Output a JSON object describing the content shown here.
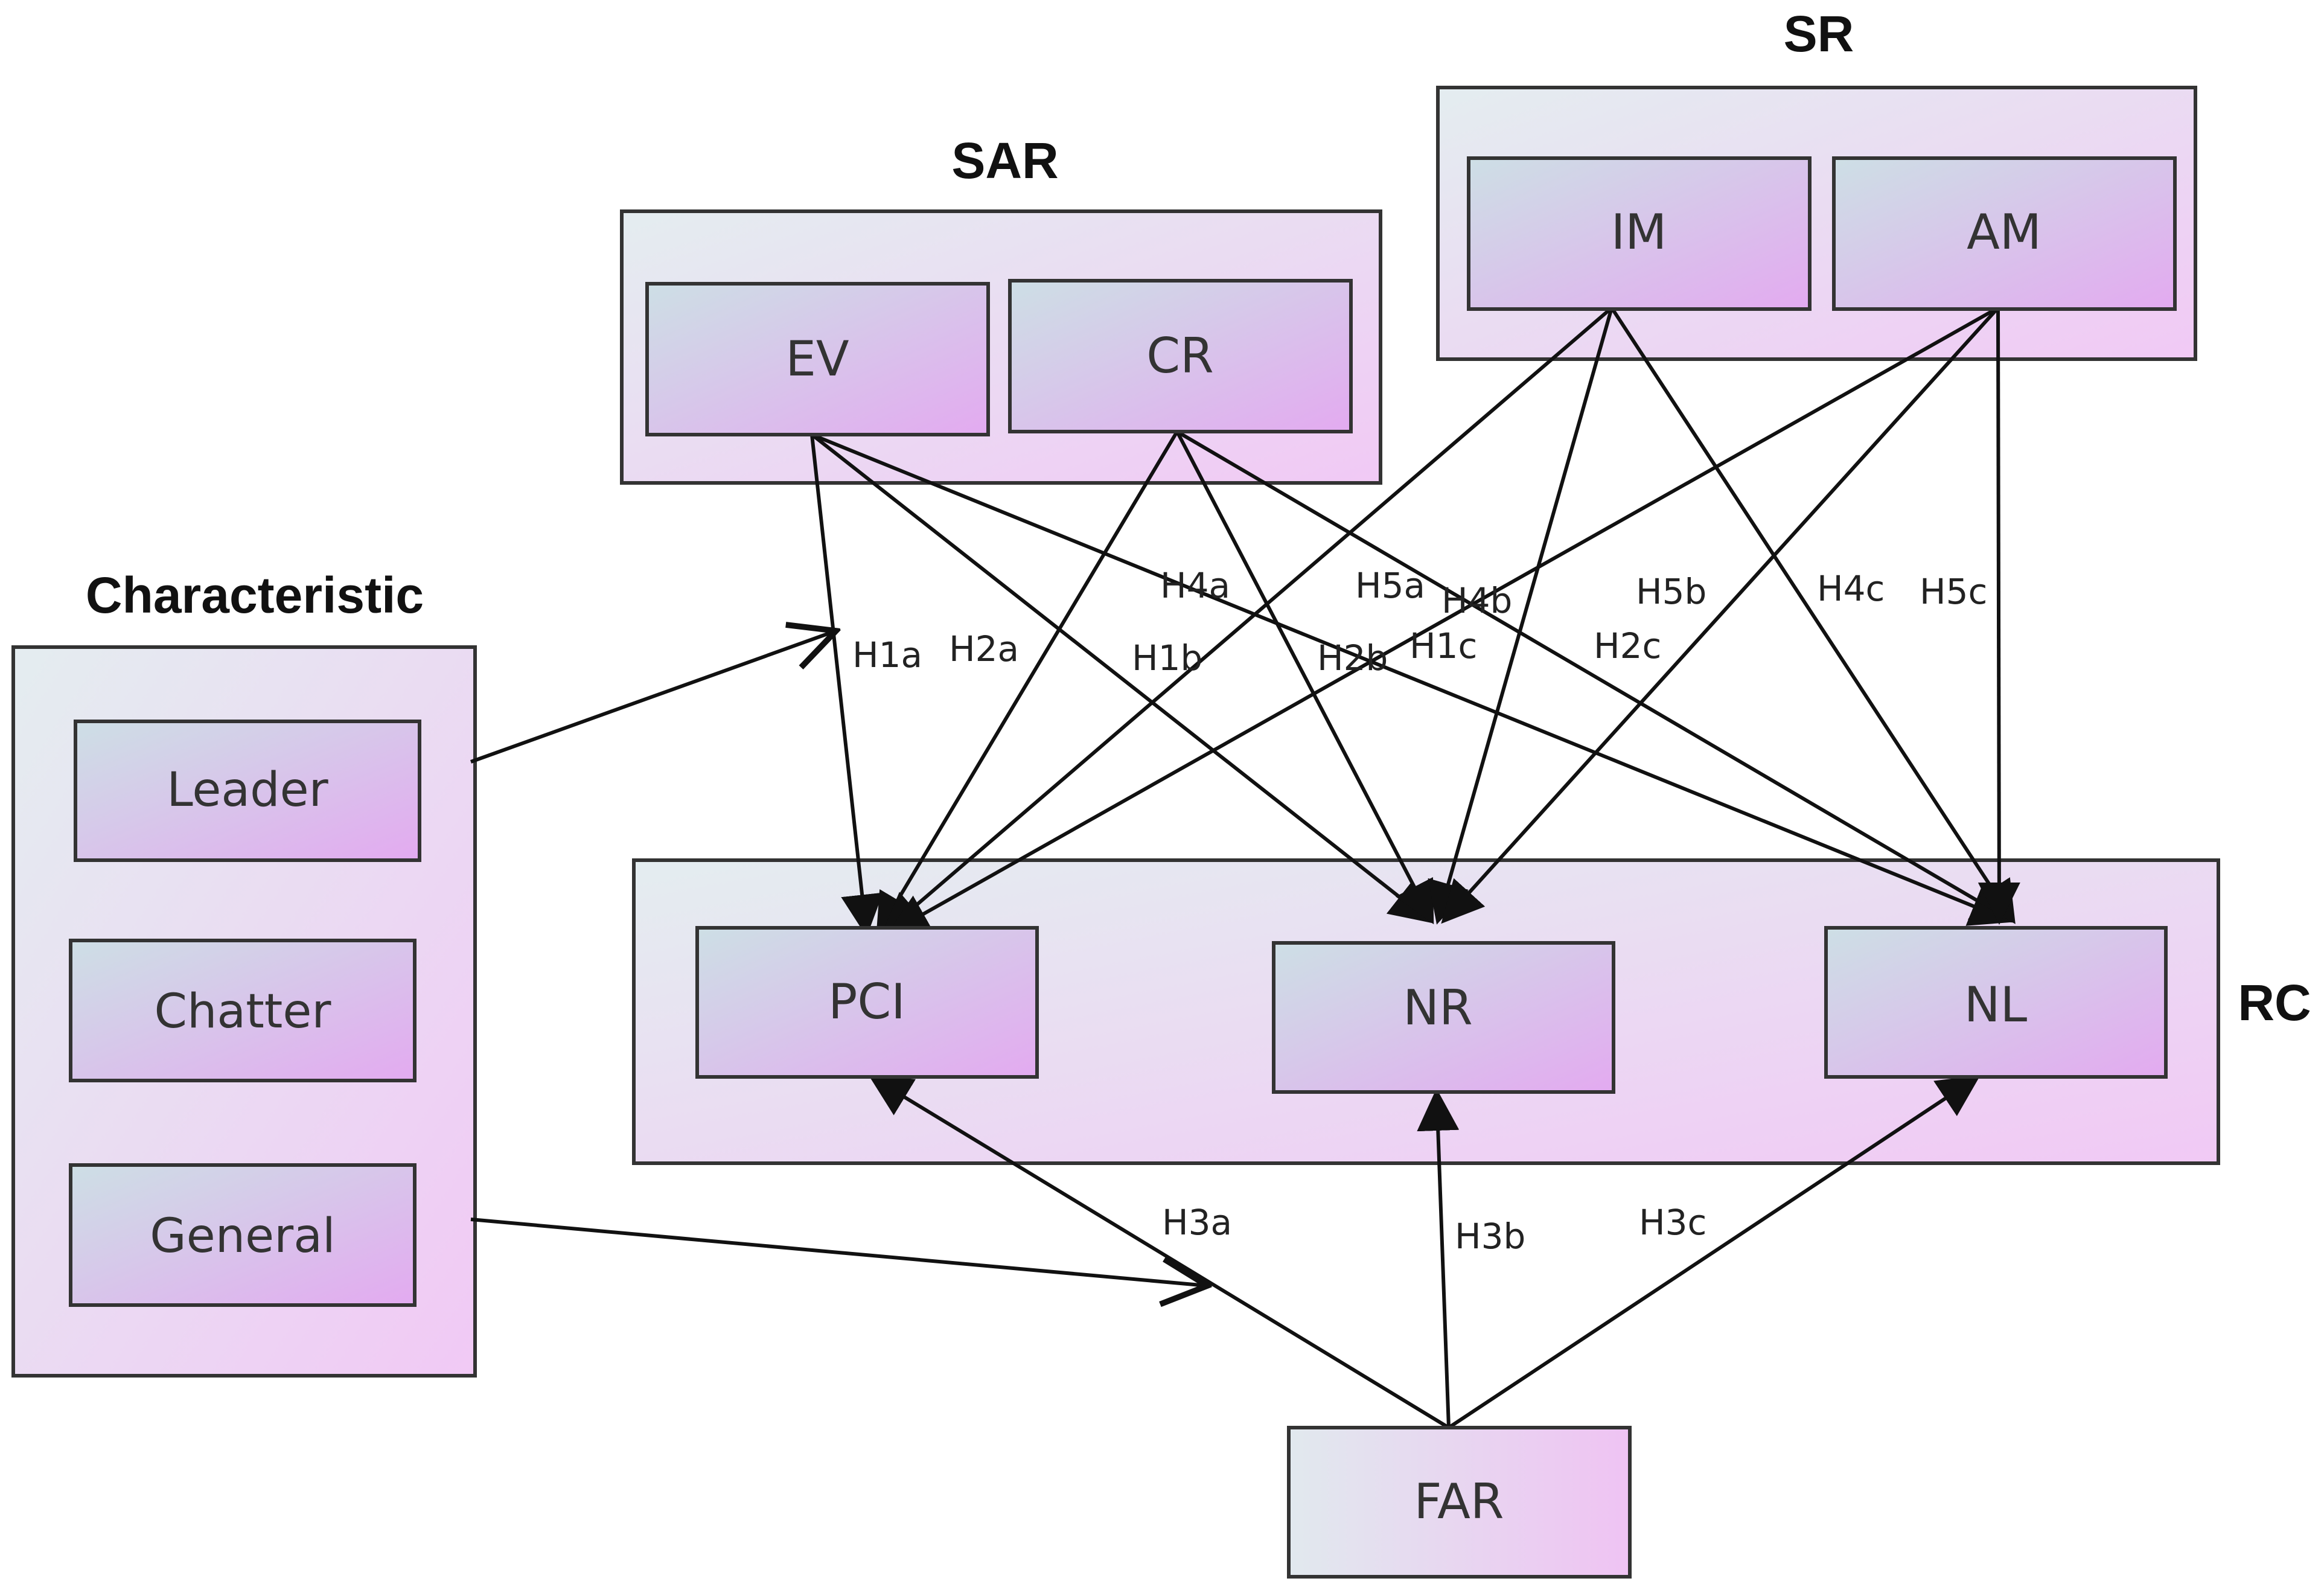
{
  "groups": {
    "sar": "SAR",
    "sr": "SR",
    "rc": "RC",
    "characteristic": "Characteristic"
  },
  "nodes": {
    "ev": "EV",
    "cr": "CR",
    "im": "IM",
    "am": "AM",
    "pci": "PCI",
    "nr": "NR",
    "nl": "NL",
    "far": "FAR",
    "leader": "Leader",
    "chatter": "Chatter",
    "general": "General"
  },
  "hypotheses": {
    "h1a": "H1a",
    "h2a": "H2a",
    "h1b": "H1b",
    "h4a": "H4a",
    "h2b": "H2b",
    "h5a": "H5a",
    "h4b": "H4b",
    "h1c": "H1c",
    "h5b": "H5b",
    "h2c": "H2c",
    "h4c": "H4c",
    "h5c": "H5c",
    "h3a": "H3a",
    "h3b": "H3b",
    "h3c": "H3c"
  },
  "edges": [
    {
      "from": "ev",
      "to": "pci",
      "label": "H1a"
    },
    {
      "from": "ev",
      "to": "nr",
      "label": "H1b"
    },
    {
      "from": "ev",
      "to": "nl",
      "label": "H1c"
    },
    {
      "from": "cr",
      "to": "pci",
      "label": "H2a"
    },
    {
      "from": "cr",
      "to": "nr",
      "label": "H2b"
    },
    {
      "from": "cr",
      "to": "nl",
      "label": "H2c"
    },
    {
      "from": "im",
      "to": "pci",
      "label": "H4a"
    },
    {
      "from": "im",
      "to": "nr",
      "label": "H4b"
    },
    {
      "from": "im",
      "to": "nl",
      "label": "H4c"
    },
    {
      "from": "am",
      "to": "pci",
      "label": "H5a"
    },
    {
      "from": "am",
      "to": "nr",
      "label": "H5b"
    },
    {
      "from": "am",
      "to": "nl",
      "label": "H5c"
    },
    {
      "from": "far",
      "to": "pci",
      "label": "H3a"
    },
    {
      "from": "far",
      "to": "nr",
      "label": "H3b"
    },
    {
      "from": "far",
      "to": "nl",
      "label": "H3c"
    },
    {
      "from": "characteristic",
      "to": "sar-edges",
      "label": ""
    },
    {
      "from": "characteristic",
      "to": "far-edges",
      "label": ""
    }
  ],
  "colors": {
    "gradient_start": "#cfe0e6",
    "gradient_end": "#e8a9f0",
    "outer_start": "#e6eef1",
    "outer_end": "#f0c8f4",
    "stroke": "#333333",
    "arrow": "#111111"
  }
}
